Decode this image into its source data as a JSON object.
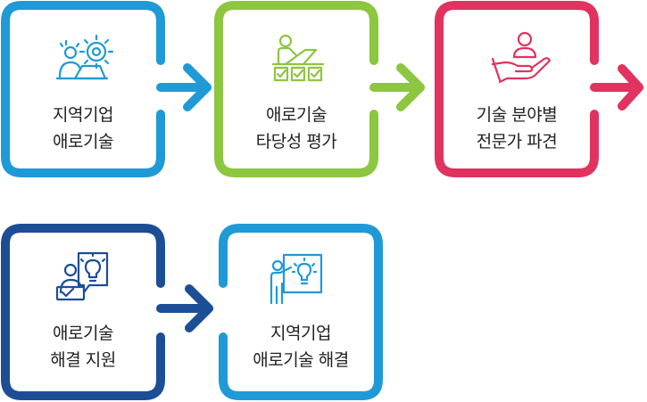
{
  "steps": [
    {
      "id": "step-1",
      "line1": "지역기업",
      "line2": "애로기술",
      "color": "#1f9ad6",
      "icon": "gear-person-icon"
    },
    {
      "id": "step-2",
      "line1": "애로기술",
      "line2": "타당성 평가",
      "color": "#8dc63f",
      "icon": "checklist-desk-icon"
    },
    {
      "id": "step-3",
      "line1": "기술 분야별",
      "line2": "전문가 파견",
      "color": "#e0335f",
      "icon": "hand-person-icon"
    },
    {
      "id": "step-4",
      "line1": "애로기술",
      "line2": "해결 지원",
      "color": "#1c4e96",
      "icon": "lightbulb-consult-icon"
    },
    {
      "id": "step-5",
      "line1": "지역기업",
      "line2": "애로기술 해결",
      "color": "#1f9ad6",
      "icon": "presentation-idea-icon"
    }
  ]
}
